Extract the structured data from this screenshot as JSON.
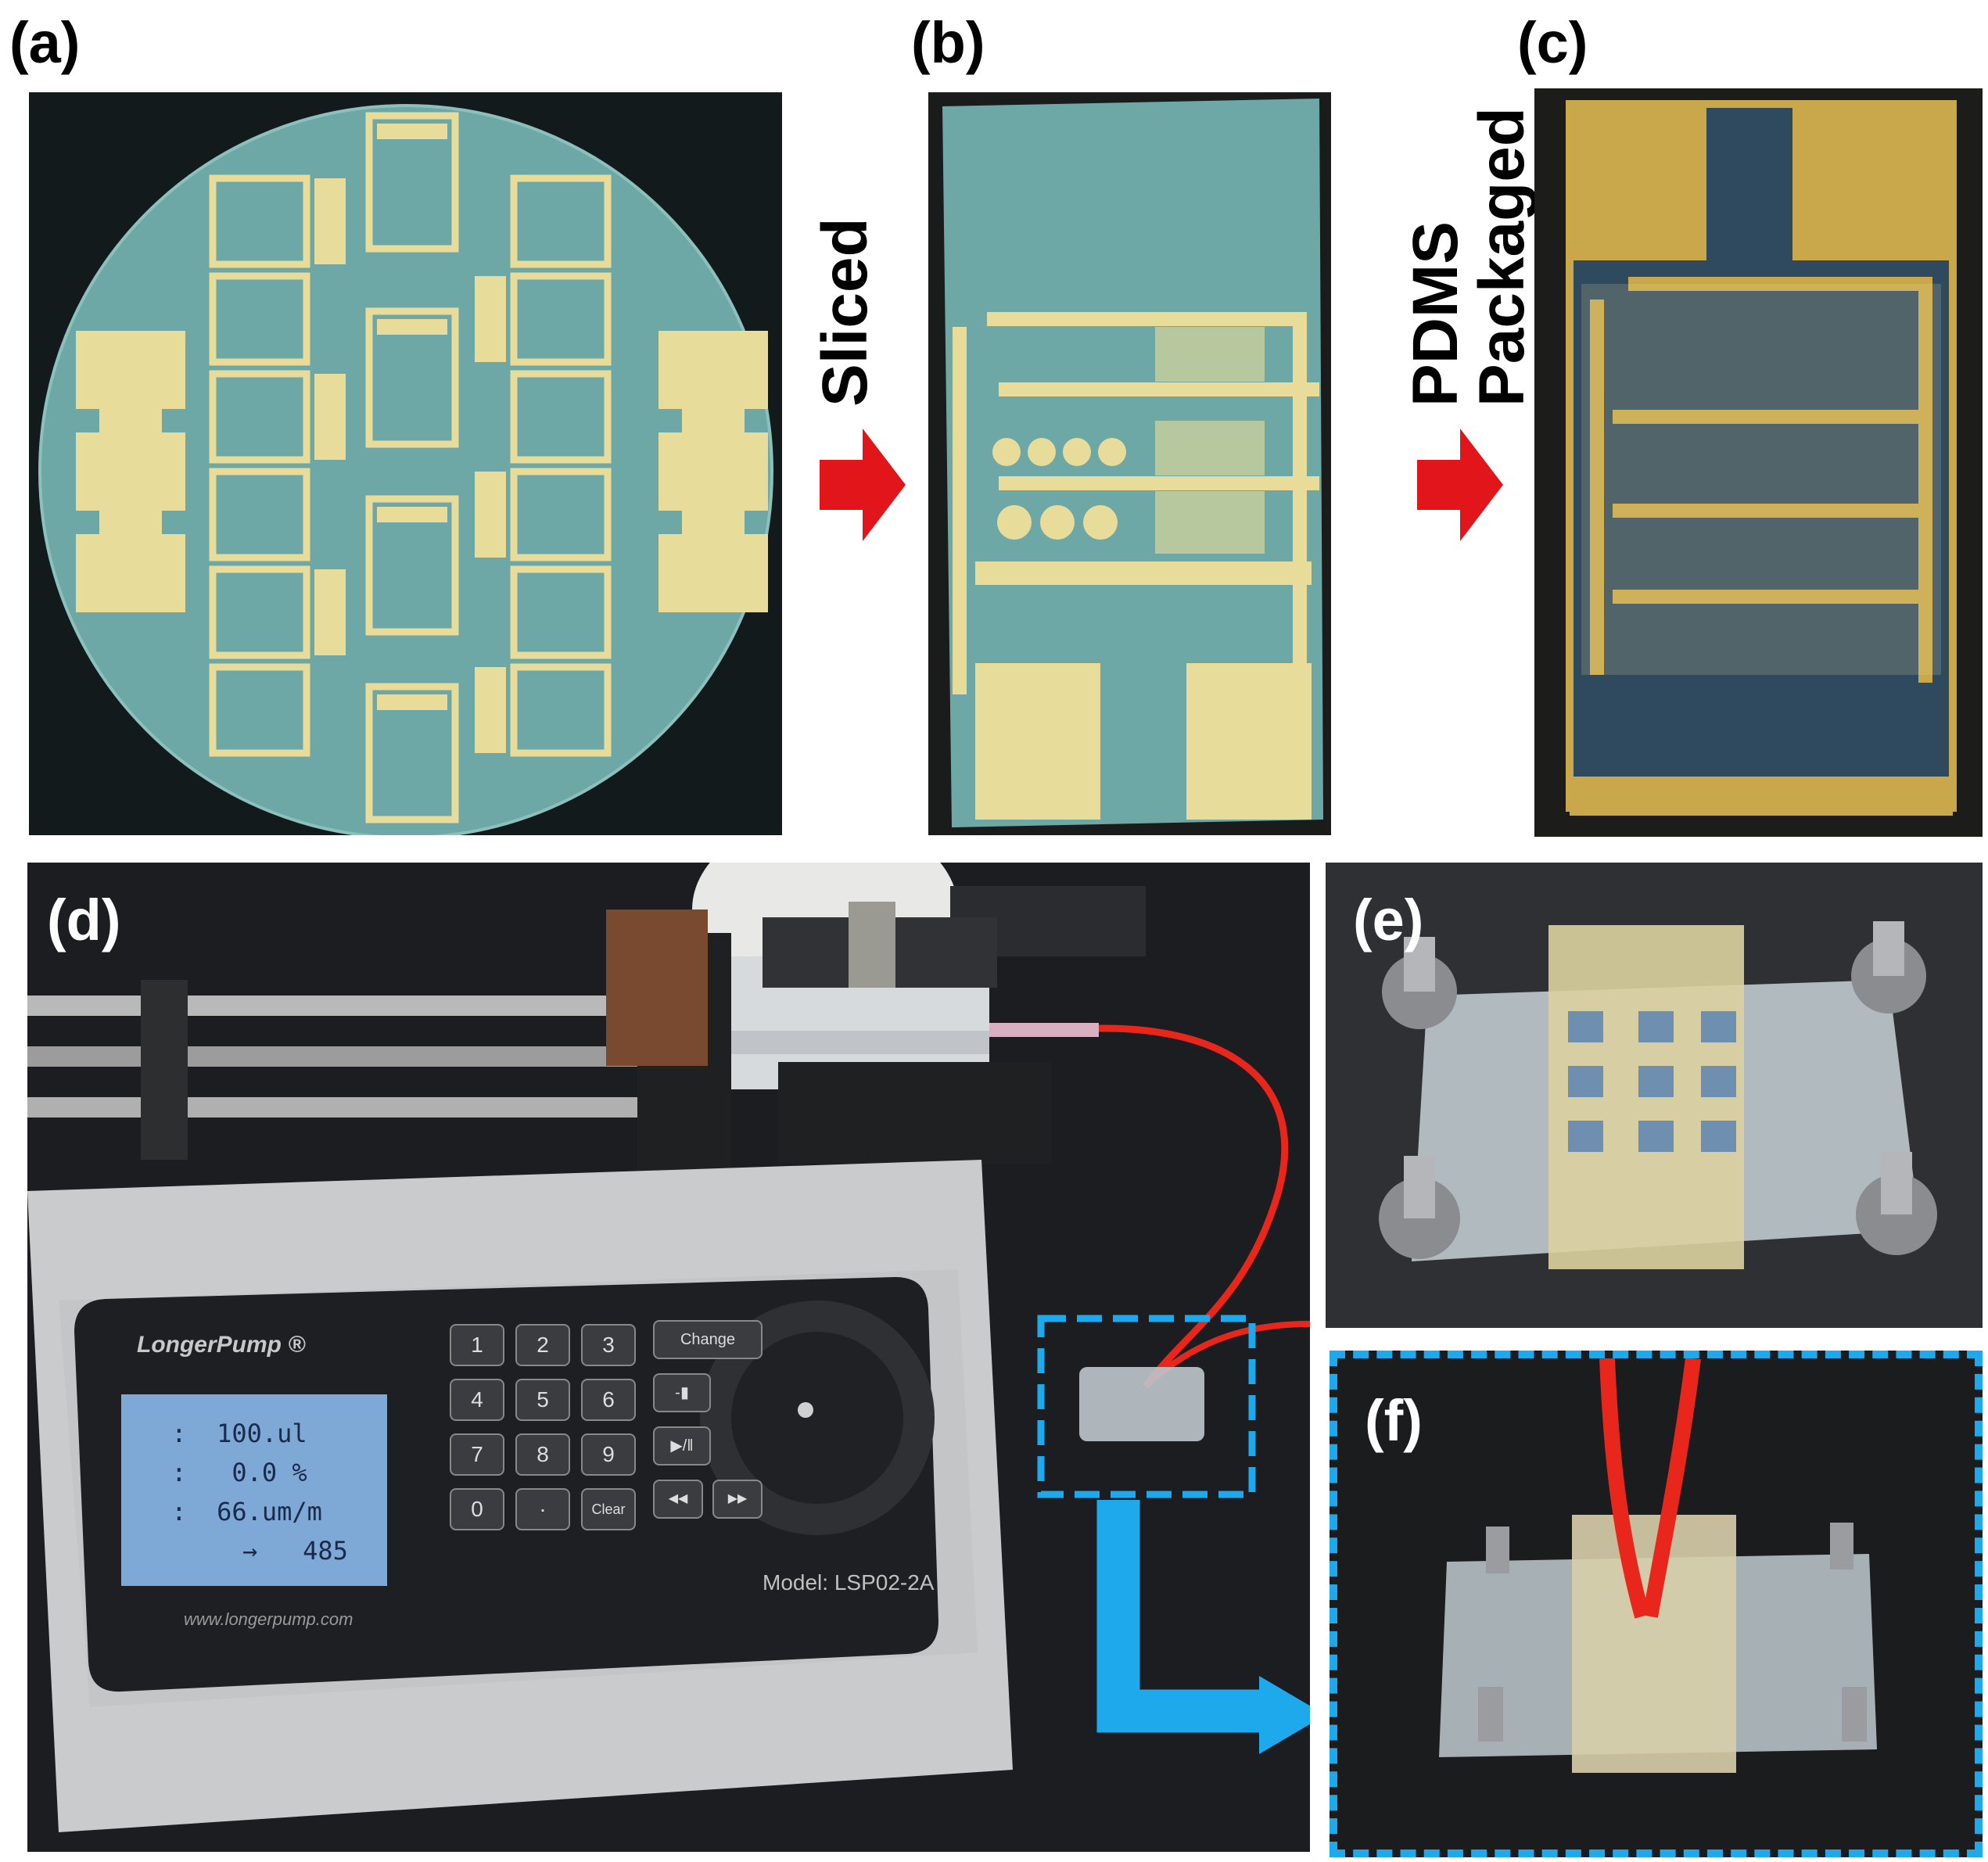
{
  "labels": {
    "a": "(a)",
    "b": "(b)",
    "c": "(c)",
    "d": "(d)",
    "e": "(e)",
    "f": "(f)"
  },
  "arrows": {
    "sliced": "Sliced",
    "pdms": "PDMS",
    "packaged": "Packaged"
  },
  "pump": {
    "brand": "LongerPump ®",
    "website": "www.longerpump.com",
    "model": "Model: LSP02-2A",
    "lcd": [
      " :  100.ul",
      " :   0.0 %",
      " :  66.um/m",
      "→   485"
    ],
    "keys": [
      "1",
      "2",
      "3",
      "4",
      "5",
      "6",
      "7",
      "8",
      "9",
      "0",
      "·",
      "Clear"
    ],
    "func_keys": [
      "Change",
      "-▮",
      "▶/‖",
      "◀◀",
      "▶▶"
    ]
  },
  "colors": {
    "wafer": "#6ea8a6",
    "gold": "#e8dc9a",
    "arrow_red": "#e2161a",
    "zoom_blue": "#1ea9ec",
    "tube_red": "#e8261c"
  }
}
